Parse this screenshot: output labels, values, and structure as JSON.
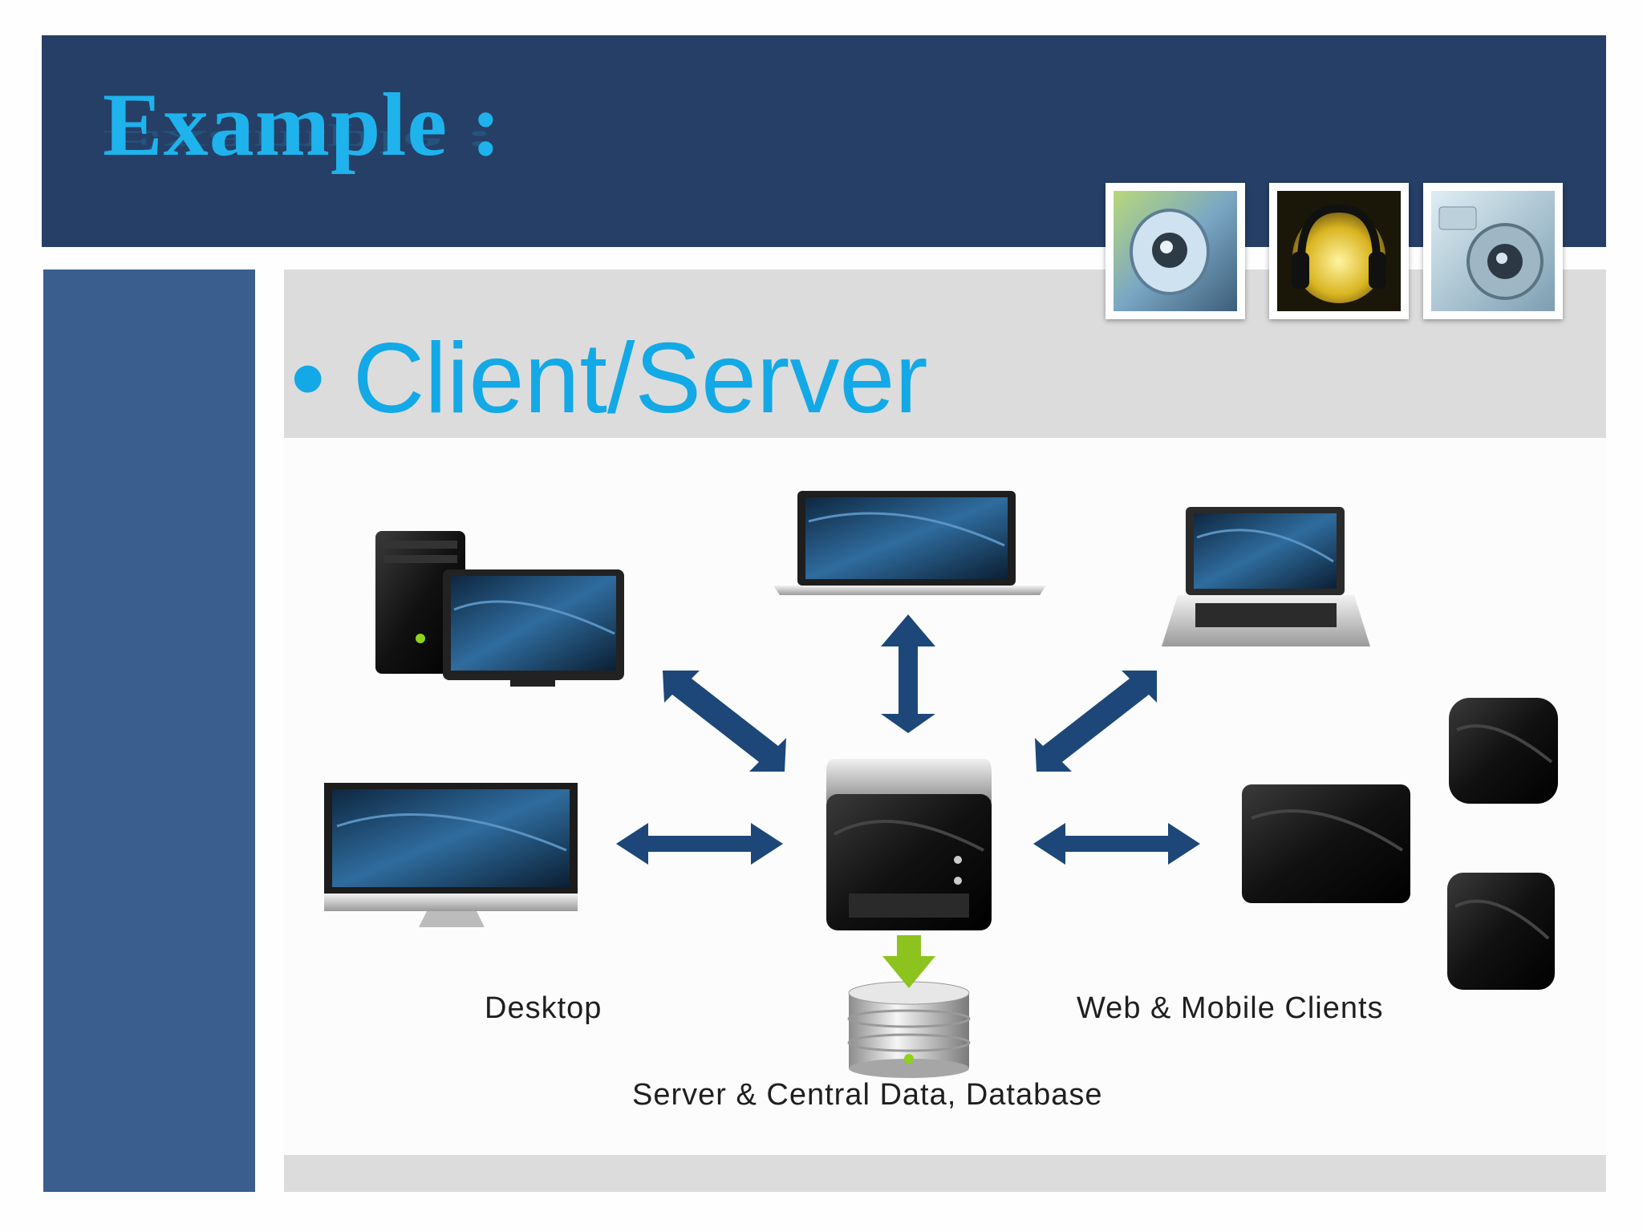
{
  "slide": {
    "title": "Example :",
    "bullet_text": "Client/Server"
  },
  "thumbnails": [
    {
      "name": "webcam-photo"
    },
    {
      "name": "headphones-photo"
    },
    {
      "name": "speaker-photo"
    }
  ],
  "diagram": {
    "desktop_label": "Desktop",
    "web_mobile_label": "Web & Mobile Clients",
    "server_label": "Server & Central Data, Database"
  },
  "colors": {
    "header": "#263f66",
    "side_band": "#3a5f8f",
    "title": "#1eb3ec",
    "bullet": "#12a9e6",
    "arrows": "#1d4778",
    "db_arrow": "#8dc31e"
  }
}
